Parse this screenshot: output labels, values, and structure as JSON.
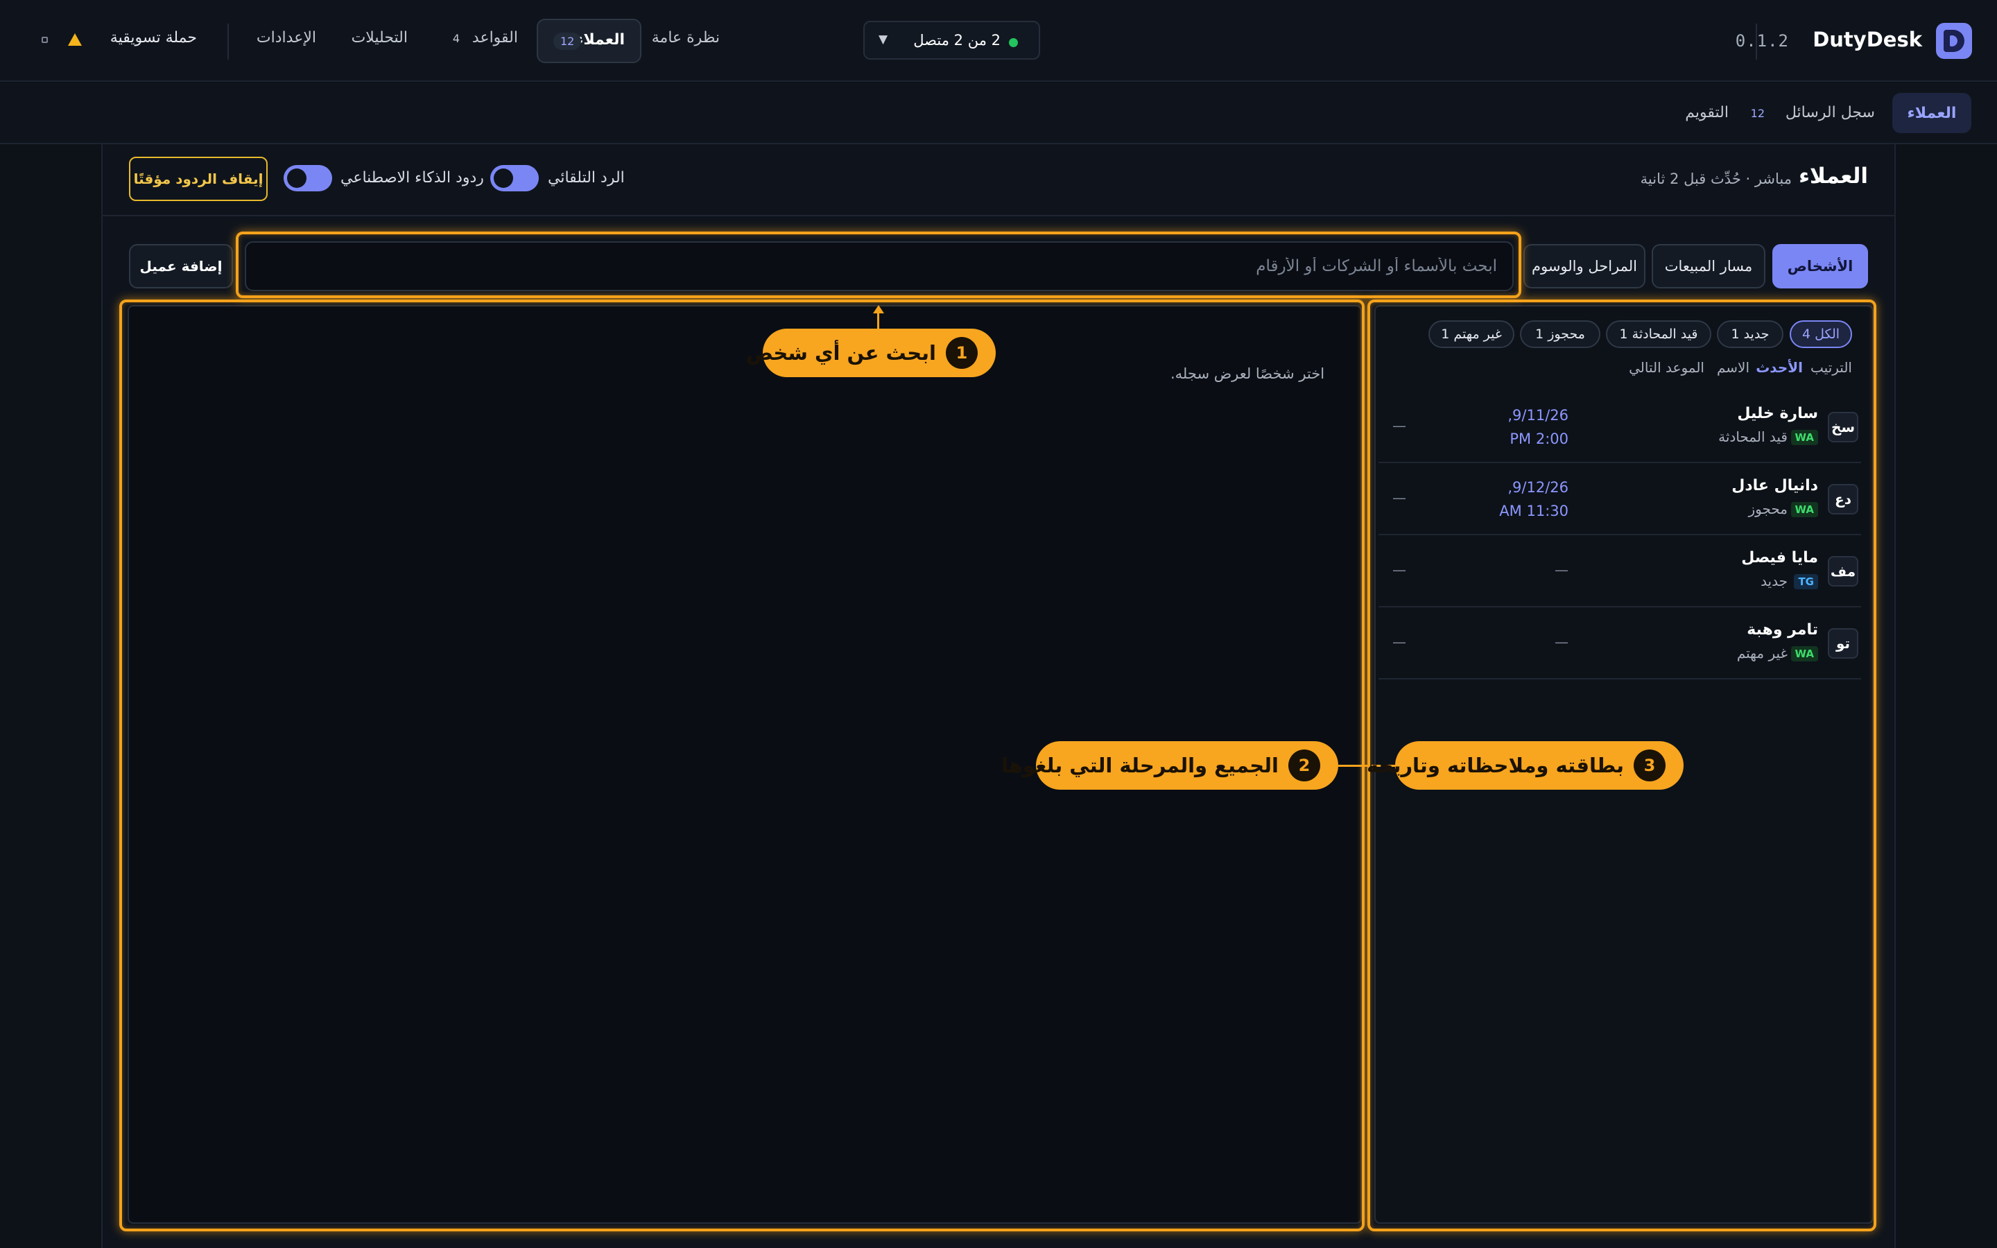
{
  "app": {
    "brand": "DutyDesk",
    "version": "0.1.2",
    "connection": "2 من 2 متصل",
    "colors": {
      "accent": "#7b86f5",
      "warning": "#f5b31c",
      "online": "#22c55e",
      "highlight": "#f8a51f"
    }
  },
  "nav": {
    "overview": "نظرة عامة",
    "clients": "العملاء",
    "clients_count": "12",
    "rules": "القواعد",
    "rules_count": "4",
    "analytics": "التحليلات",
    "settings": "الإعدادات",
    "campaign": "حملة تسويقية"
  },
  "subnav": {
    "clients": "العملاء",
    "messages_log": "سجل الرسائل",
    "messages_count": "12",
    "calendar": "التقويم"
  },
  "page": {
    "title": "العملاء",
    "live_status": "مباشر · حُدِّث قبل 2 ثانية",
    "auto_reply": "الرد التلقائي",
    "ai_replies": "ردود الذكاء الاصطناعي",
    "pause_button": "إيقاف الردود مؤقتًا"
  },
  "tabs": {
    "people": "الأشخاص",
    "sales_pipeline": "مسار المبيعات",
    "stages_tags": "المراحل والوسوم"
  },
  "search": {
    "placeholder": "ابحث بالأسماء أو الشركات أو الأرقام"
  },
  "add_client": "إضافة عميل",
  "filters": [
    {
      "label": "الكل 4",
      "active": true
    },
    {
      "label": "جديد 1",
      "active": false
    },
    {
      "label": "قيد المحادثة 1",
      "active": false
    },
    {
      "label": "محجوز 1",
      "active": false
    },
    {
      "label": "غير مهتم 1",
      "active": false
    }
  ],
  "sort": {
    "label": "الترتيب",
    "newest": "الأحدث",
    "name": "الاسم",
    "next_appointment": "الموعد التالي"
  },
  "clients": [
    {
      "initials": "سخ",
      "name": "سارة خليل",
      "channel": "WA",
      "stage": "قيد المحادثة",
      "date": "9/11/26,",
      "time": "2:00 PM",
      "extra": "—"
    },
    {
      "initials": "دع",
      "name": "دانيال عادل",
      "channel": "WA",
      "stage": "محجوز",
      "date": "9/12/26,",
      "time": "11:30 AM",
      "extra": "—"
    },
    {
      "initials": "مف",
      "name": "مايا فيصل",
      "channel": "TG",
      "stage": "جديد",
      "date": "—",
      "time": "",
      "extra": "—"
    },
    {
      "initials": "تو",
      "name": "تامر وهبة",
      "channel": "WA",
      "stage": "غير مهتم",
      "date": "—",
      "time": "",
      "extra": "—"
    }
  ],
  "detail": {
    "empty": "اختر شخصًا لعرض سجله."
  },
  "callouts": [
    {
      "num": "1",
      "text": "ابحث عن أي شخص"
    },
    {
      "num": "2",
      "text": "الجميع والمرحلة التي بلغوها"
    },
    {
      "num": "3",
      "text": "بطاقته وملاحظاته وتاريخه"
    }
  ]
}
